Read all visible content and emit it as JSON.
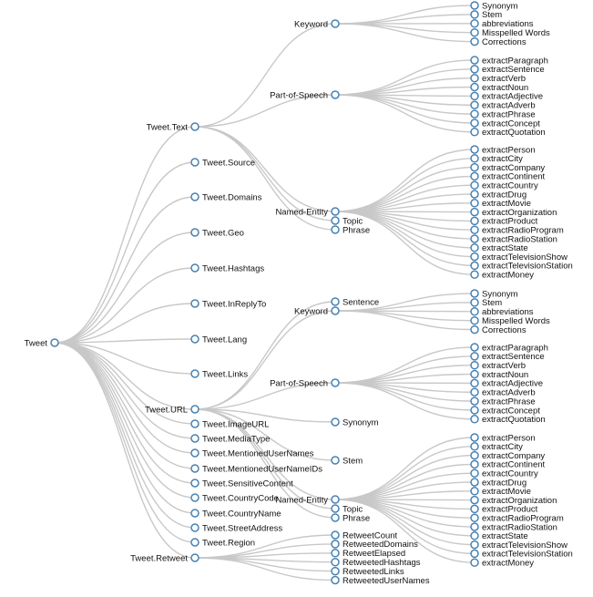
{
  "tree": {
    "name": "Tweet",
    "children": [
      {
        "name": "Tweet.Text",
        "children": [
          {
            "name": "Keyword",
            "children": [
              {
                "name": "Synonym"
              },
              {
                "name": "Stem"
              },
              {
                "name": "abbreviations"
              },
              {
                "name": "Misspelled Words"
              },
              {
                "name": "Corrections"
              }
            ]
          },
          {
            "name": "Part-of-Speech",
            "children": [
              {
                "name": "extractParagraph"
              },
              {
                "name": "extractSentence"
              },
              {
                "name": "extractVerb"
              },
              {
                "name": "extractNoun"
              },
              {
                "name": "extractAdjective"
              },
              {
                "name": "extractAdverb"
              },
              {
                "name": "extractPhrase"
              },
              {
                "name": "extractConcept"
              },
              {
                "name": "extractQuotation"
              }
            ]
          },
          {
            "name": "Named-Entity",
            "children": [
              {
                "name": "extractPerson"
              },
              {
                "name": "extractCity"
              },
              {
                "name": "extractCompany"
              },
              {
                "name": "extractContinent"
              },
              {
                "name": "extractCountry"
              },
              {
                "name": "extractDrug"
              },
              {
                "name": "extractMovie"
              },
              {
                "name": "extractOrganization"
              },
              {
                "name": "extractProduct"
              },
              {
                "name": "extractRadioProgram"
              },
              {
                "name": "extractRadioStation"
              },
              {
                "name": "extractState"
              },
              {
                "name": "extractTelevisionShow"
              },
              {
                "name": "extractTelevisionStation"
              },
              {
                "name": "extractMoney"
              }
            ]
          },
          {
            "name": "Topic"
          },
          {
            "name": "Phrase"
          }
        ]
      },
      {
        "name": "Tweet.Source"
      },
      {
        "name": "Tweet.Domains"
      },
      {
        "name": "Tweet.Geo"
      },
      {
        "name": "Tweet.Hashtags"
      },
      {
        "name": "Tweet.InReplyTo"
      },
      {
        "name": "Tweet.Lang"
      },
      {
        "name": "Tweet.Links"
      },
      {
        "name": "Tweet.URL",
        "children": [
          {
            "name": "Sentence"
          },
          {
            "name": "Keyword",
            "children": [
              {
                "name": "Synonym"
              },
              {
                "name": "Stem"
              },
              {
                "name": "abbreviations"
              },
              {
                "name": "Misspelled Words"
              },
              {
                "name": "Corrections"
              }
            ]
          },
          {
            "name": "Part-of-Speech",
            "children": [
              {
                "name": "extractParagraph"
              },
              {
                "name": "extractSentence"
              },
              {
                "name": "extractVerb"
              },
              {
                "name": "extractNoun"
              },
              {
                "name": "extractAdjective"
              },
              {
                "name": "extractAdverb"
              },
              {
                "name": "extractPhrase"
              },
              {
                "name": "extractConcept"
              },
              {
                "name": "extractQuotation"
              }
            ]
          },
          {
            "name": "Synonym"
          },
          {
            "name": "Stem"
          },
          {
            "name": "Named-Entity",
            "children": [
              {
                "name": "extractPerson"
              },
              {
                "name": "extractCity"
              },
              {
                "name": "extractCompany"
              },
              {
                "name": "extractContinent"
              },
              {
                "name": "extractCountry"
              },
              {
                "name": "extractDrug"
              },
              {
                "name": "extractMovie"
              },
              {
                "name": "extractOrganization"
              },
              {
                "name": "extractProduct"
              },
              {
                "name": "extractRadioProgram"
              },
              {
                "name": "extractRadioStation"
              },
              {
                "name": "extractState"
              },
              {
                "name": "extractTelevisionShow"
              },
              {
                "name": "extractTelevisionStation"
              },
              {
                "name": "extractMoney"
              }
            ]
          },
          {
            "name": "Topic"
          },
          {
            "name": "Phrase"
          }
        ]
      },
      {
        "name": "Tweet.ImageURL"
      },
      {
        "name": "Tweet.MediaType"
      },
      {
        "name": "Tweet.MentionedUserNames"
      },
      {
        "name": "Tweet.MentionedUserNameIDs"
      },
      {
        "name": "Tweet.SensitiveContent"
      },
      {
        "name": "Tweet.CountryCode"
      },
      {
        "name": "Tweet.CountryName"
      },
      {
        "name": "Tweet.StreetAddress"
      },
      {
        "name": "Tweet.Region"
      },
      {
        "name": "Tweet.Retweet",
        "children": [
          {
            "name": "RetweetCount"
          },
          {
            "name": "RetweetedDomains"
          },
          {
            "name": "RetweetElapsed"
          },
          {
            "name": "RetweetedHashtags"
          },
          {
            "name": "RetweetedLinks"
          },
          {
            "name": "RetweetedUserNames"
          }
        ]
      }
    ]
  },
  "colors": {
    "link": "#c8c8c8",
    "node_stroke": "#4682b4",
    "node_fill": "#ffffff",
    "text": "#111111"
  }
}
